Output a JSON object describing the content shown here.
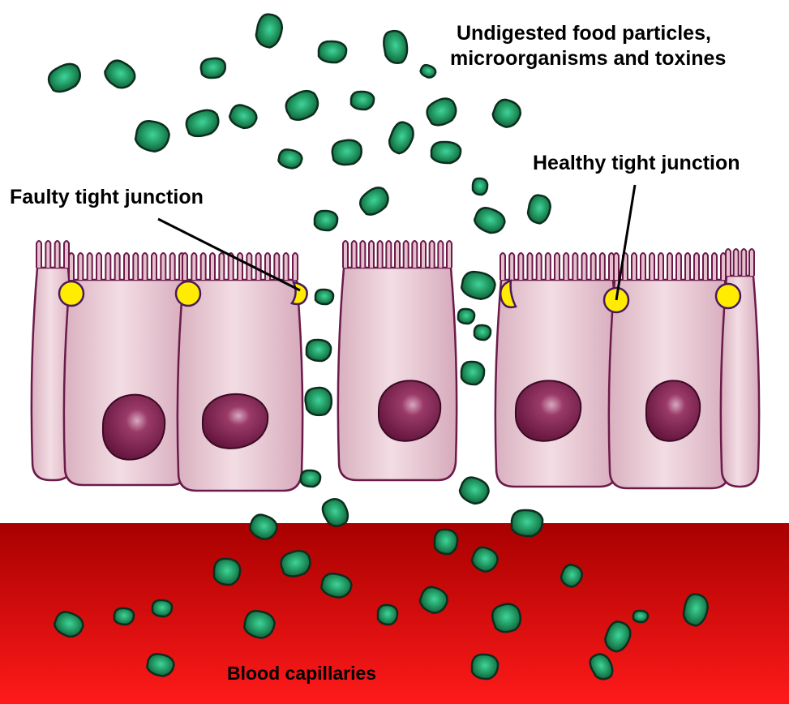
{
  "labels": {
    "food_line1": "Undigested food particles,",
    "food_line2": "microorganisms and toxines",
    "healthy_junction": "Healthy tight junction",
    "faulty_junction": "Faulty tight junction",
    "blood": "Blood capillaries"
  },
  "colors": {
    "cell_fill": "#e9c9d2",
    "cell_outline": "#6b1a4a",
    "nucleus": "#7a1f4a",
    "junction_healthy": "#ffec00",
    "junction_outline": "#4a1a5a",
    "particle": "#1e8f5a",
    "particle_outline": "#0c2e1e",
    "blood_top": "#b00000",
    "blood_bottom": "#ff1a1a"
  }
}
